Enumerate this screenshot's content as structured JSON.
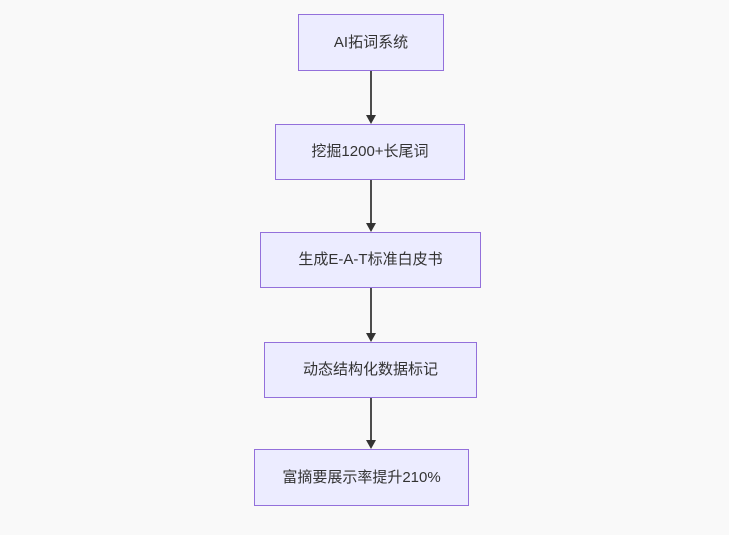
{
  "diagram": {
    "type": "flowchart",
    "direction": "top-down",
    "colors": {
      "background": "#f9f9f9",
      "node_fill": "#ECECFF",
      "node_border": "#9370DB",
      "text": "#333333",
      "arrow": "#333333"
    },
    "nodes": [
      {
        "label": "AI拓词系统"
      },
      {
        "label": "挖掘1200+长尾词"
      },
      {
        "label": "生成E-A-T标准白皮书"
      },
      {
        "label": "动态结构化数据标记"
      },
      {
        "label": "富摘要展示率提升210%"
      }
    ],
    "edges": [
      {
        "from": 0,
        "to": 1
      },
      {
        "from": 1,
        "to": 2
      },
      {
        "from": 2,
        "to": 3
      },
      {
        "from": 3,
        "to": 4
      }
    ]
  }
}
